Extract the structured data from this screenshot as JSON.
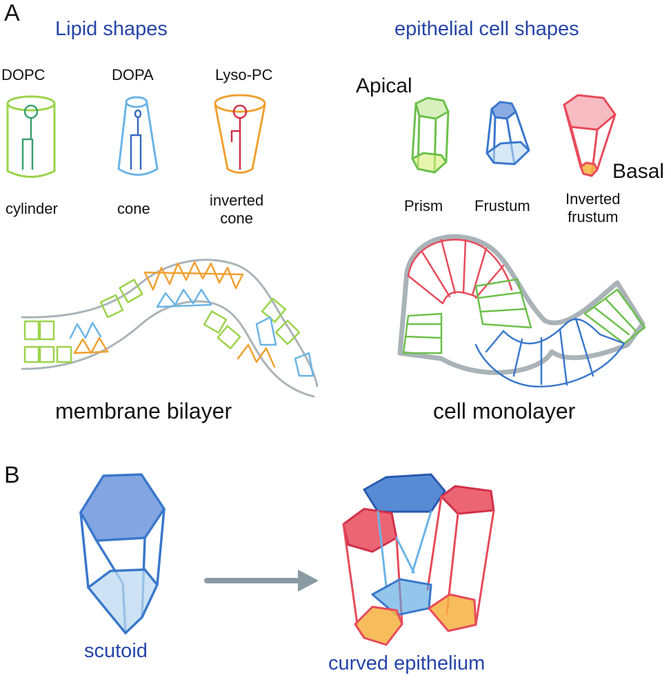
{
  "panel_a": {
    "letter": "A",
    "lipid_title": "Lipid shapes",
    "epithelial_title": "epithelial cell shapes",
    "lipids": [
      {
        "name": "DOPC",
        "shape": "cylinder",
        "color": "#9bd34a"
      },
      {
        "name": "DOPA",
        "shape": "cone",
        "color": "#5aa8e0"
      },
      {
        "name": "Lyso-PC",
        "shape": "inverted\ncone",
        "color": "#f0a030"
      }
    ],
    "apical_label": "Apical",
    "basal_label": "Basal",
    "cells": [
      {
        "shape": "Prism",
        "color": "#6cc04a"
      },
      {
        "shape": "Frustum",
        "color": "#3a78cc"
      },
      {
        "shape": "Inverted\nfrustum",
        "color": "#e84a5a"
      }
    ],
    "membrane_label": "membrane bilayer",
    "monolayer_label": "cell monolayer"
  },
  "panel_b": {
    "letter": "B",
    "scutoid_label": "scutoid",
    "curved_label": "curved epithelium"
  },
  "colors": {
    "title_blue": "#2545a8",
    "green": "#8fd146",
    "blue": "#4a9bdc",
    "orange": "#f0a030",
    "red": "#e84a5a",
    "gray": "#a9b3b8",
    "arrow": "#8a9aa2"
  }
}
